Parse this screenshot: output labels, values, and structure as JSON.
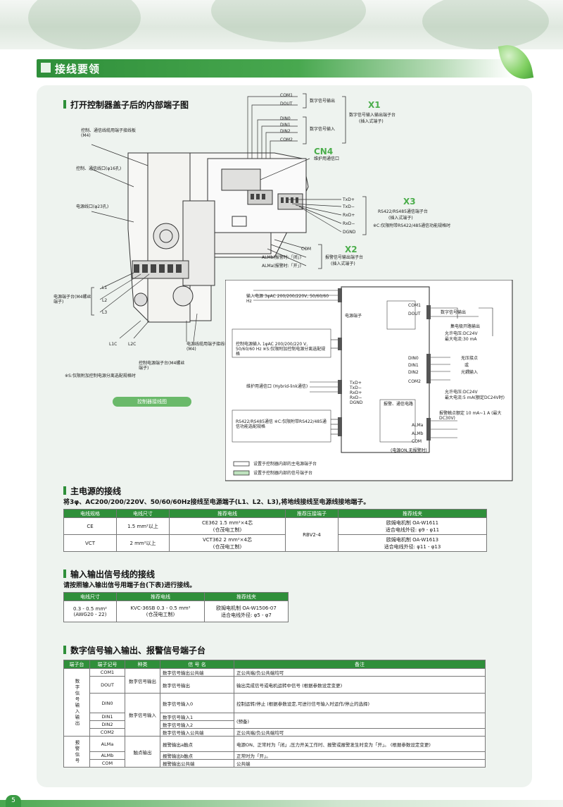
{
  "page": {
    "title": "接线要领",
    "page_number": "5"
  },
  "colors": {
    "accent": "#2f8f3a",
    "panel": "#eef3ef",
    "highlight_green": "#4cae4c"
  },
  "diagram": {
    "heading": "打开控制器盖子后的内部端子图",
    "x1": {
      "id": "X1",
      "out_label": "数字信号输出",
      "in_label": "数字信号输入",
      "desc1": "数字信号输入输出端子台",
      "desc2": "(插入式端子)",
      "pins": [
        "COM1",
        "DOUT",
        "DIN0",
        "DIN1",
        "DIN2",
        "COM2"
      ]
    },
    "cn4": {
      "id": "CN4",
      "desc": "维护用通信口"
    },
    "x3": {
      "id": "X3",
      "desc1": "RS422/RS485通信端子台",
      "desc2": "(插入式端子)",
      "note": "※C:仅限附带RS422/485通信功能规格时",
      "pins": [
        "TxD+",
        "TxD−",
        "RxD+",
        "RxD−",
        "DGND"
      ]
    },
    "x2": {
      "id": "X2",
      "pins": [
        "COM",
        "ALMb(报警时:「闭」)",
        "ALMa(报警时:「开」)"
      ],
      "desc1": "报警信号输出端子台",
      "desc2": "(插入式端子)"
    },
    "left": [
      "控制、通信线缆用端子接线板(M4)",
      "控制、通信线口(φ16孔)",
      "电源线口(φ23孔)",
      "电源端子台(M4螺丝端子)"
    ],
    "power_pins": [
      "L1",
      "L2",
      "L3"
    ],
    "ctrl_pins": [
      "L1C",
      "L2C"
    ],
    "bottom": [
      "电源线缆用端子接线板(M4)",
      "控制电源端子台(M4螺丝端子)",
      "※S:仅限附加控制电源分离选配规格时"
    ],
    "caption": "控制器接线图",
    "wiring": {
      "input_power": "输入电源 3φAC 200/200/220V, 50/60/60 Hz",
      "power_block": "电源端子",
      "ctrl_power": "控制电源输入 1φAC 200/200/220 V, 50/60/60 Hz ※S:仅限附加控制电源分离选配规格",
      "comm": "维护用通信口 (Hybrid-link通信)",
      "rs": "RS422/RS485通信 ※C:仅限附带RS422/485通信功能选配规格",
      "digital_out": "数字信号输出",
      "right_notes": [
        "允许电压:DC24V",
        "最大电流:30 mA",
        "允许电压:DC24V",
        "最大电流:5 mA(额定DC24V时)",
        "报警触点额定 10 mA~1 A (最大DC30V)"
      ],
      "relay_labels": [
        "无压接点",
        "或",
        "光耦输入",
        "集电极开路输出"
      ],
      "alarm_block": "报警、通信电路",
      "x_pins": [
        "COM1",
        "DOUT",
        "DIN0",
        "DIN1",
        "DIN2",
        "COM2",
        "TxD+",
        "TxD−",
        "RxD+",
        "RxD−",
        "DGND",
        "ALMa",
        "ALMb",
        "COM"
      ],
      "legend1": "设置于控制器内部的主电源端子台",
      "legend2": "设置于控制器内部的信号端子台",
      "bottom_note": "(电源ON,无报警时)"
    }
  },
  "power": {
    "heading": "主电源的接线",
    "desc": "将3φ、AC200/200/220V、50/60/60Hz接线至电源端子(L1、L2、L3),将地线接线至电源线接地端子。",
    "headers": [
      "电线规格",
      "电线尺寸",
      "推荐电线",
      "推荐压接端子",
      "推荐线夹"
    ],
    "rows": [
      {
        "spec": "CE",
        "size": "1.5 mm²以上",
        "wire1": "CE362 1.5 mm²×4芯",
        "wire2": "(仓茂电工制)",
        "clamp1": "欧姆电机制 OA-W1611",
        "clamp2": "适合电线外径: φ9 - φ11"
      },
      {
        "spec": "VCT",
        "size": "2 mm²以上",
        "wire1": "VCT362 2 mm²×4芯",
        "wire2": "(仓茂电工制)",
        "clamp1": "欧姆电机制 OA-W1613",
        "clamp2": "适合电线外径: φ11 - φ13"
      }
    ],
    "terminal": "RBV2-4"
  },
  "io": {
    "heading": "输入输出信号线的接线",
    "desc": "请按照输入输出信号用端子台(下表)进行接线。",
    "headers": [
      "电线尺寸",
      "推荐电线",
      "推荐线夹"
    ],
    "size1": "0.3 - 0.5 mm²",
    "size2": "(AWG20 - 22)",
    "wire1": "KVC-36SB 0.3 - 0.5 mm²",
    "wire2": "(仓茂电工制)",
    "clamp1": "欧姆电机制  OA-W1506-07",
    "clamp2": "适合电线外径: φ5 - φ7"
  },
  "terminal_table": {
    "heading": "数字信号输入输出、报警信号端子台",
    "headers": [
      "端子台",
      "端子记号",
      "种类",
      "信 号 名",
      "备注"
    ],
    "group1": "数字信号输入输出",
    "group2": "报警信号",
    "type_out": "数字信号输出",
    "type_in": "数字信号输入",
    "type_alarm": "触点输出",
    "rows": [
      {
        "sym": "COM1",
        "name": "数字信号输出公共端",
        "note": "正公共端/负公共端均可"
      },
      {
        "sym": "DOUT",
        "name": "数字信号输出",
        "note": "输出完成信号或电机运转中信号 (根据参数设定变更)"
      },
      {
        "sym": "DIN0",
        "name": "数字信号输入0",
        "note": "控制运转/停止 (根据参数设定,可进行信号输入时运作/停止的选择)"
      },
      {
        "sym": "DIN1",
        "name": "数字信号输入1",
        "note": "(预备)"
      },
      {
        "sym": "DIN2",
        "name": "数字信号输入2",
        "note": ""
      },
      {
        "sym": "COM2",
        "name": "数字信号输入公共端",
        "note": "正公共端/负公共端均可"
      },
      {
        "sym": "ALMa",
        "name": "报警输出a触点",
        "note": "电源ON、正常时为「闭」,压力开关工作时、报警或报警发生时变为「开」。 (根据参数设定变更)"
      },
      {
        "sym": "ALMb",
        "name": "报警输出b触点",
        "note": "正常时为「开」。"
      },
      {
        "sym": "COM",
        "name": "报警输出公共端",
        "note": "公共端"
      }
    ]
  }
}
